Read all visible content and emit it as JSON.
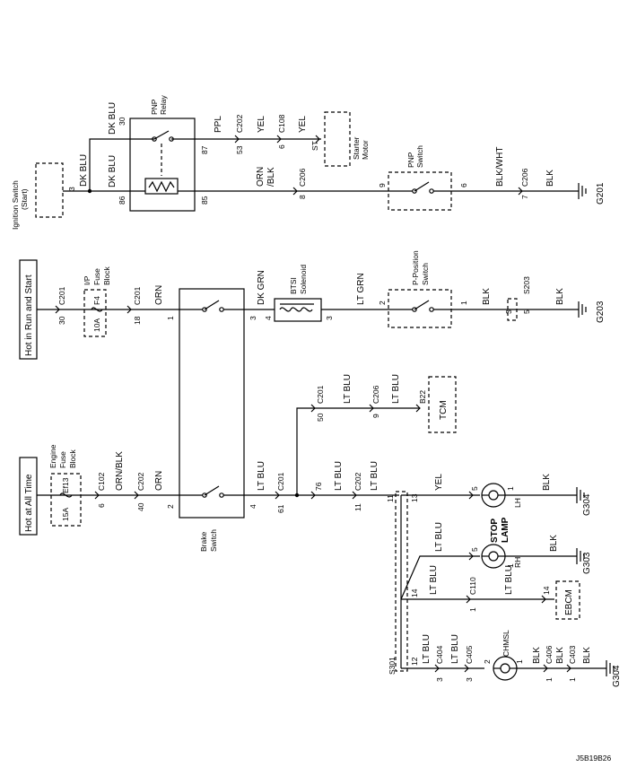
{
  "power": {
    "hot_at_all_time": "Hot at All Time",
    "hot_in_run_start": "Hot in Run and Start"
  },
  "fuses": {
    "engine": {
      "amps": "15A",
      "id": "Ef13",
      "name1": "Engine",
      "name2": "Fuse",
      "name3": "Block"
    },
    "ip": {
      "amps": "10A",
      "id": "F4",
      "name1": "I/P",
      "name2": "Fuse",
      "name3": "Block"
    }
  },
  "components": {
    "ignition_switch": {
      "name": "Ignition Switch",
      "sub": "(Start)",
      "pin": "3"
    },
    "pnp_relay": {
      "name1": "PNP",
      "name2": "Relay",
      "pin30": "30",
      "pin87": "87",
      "pin86": "86",
      "pin85": "85"
    },
    "starter_motor": {
      "name1": "Starter",
      "name2": "Motor",
      "pin": "ST"
    },
    "pnp_switch": {
      "name1": "PNP",
      "name2": "Switch",
      "pin_a": "9",
      "pin_b": "6"
    },
    "brake_switch": {
      "name1": "Brake",
      "name2": "Switch",
      "pin1": "1",
      "pin2": "2",
      "pin3": "3",
      "pin4": "4"
    },
    "btsi": {
      "name1": "BTSI",
      "name2": "Solenoid",
      "pin_a": "4",
      "pin_b": "3"
    },
    "p_position_switch": {
      "name1": "P-Position",
      "name2": "Switch",
      "pin_a": "2",
      "pin_b": "1"
    },
    "tcm": {
      "name": "TCM",
      "pin": "B22"
    },
    "ebcm": {
      "name": "EBCM",
      "pin": "14"
    },
    "stop_lamp": {
      "label1": "STOP",
      "label2": "LAMP",
      "lh": "LH",
      "rh": "RH",
      "pin5a": "5",
      "pin1a": "1",
      "pin5b": "5",
      "pin1b": "1"
    },
    "chmsl": {
      "name": "CHMSL",
      "pin2": "2",
      "pin1": "1"
    },
    "s203": {
      "name": "S203",
      "pin3": "3",
      "pin5": "5"
    },
    "s301": {
      "name": "S301",
      "pin11": "11",
      "pin13": "13",
      "pin14": "14",
      "pin12": "12"
    }
  },
  "wires": {
    "dk_blu_1": "DK BLU",
    "dk_blu_2": "DK BLU",
    "dk_blu_3": "DK BLU",
    "ppl": "PPL",
    "yel_1": "YEL",
    "yel_2": "YEL",
    "orn_blk": "ORN\n/BLK",
    "orn_blk_a": "ORN",
    "orn_blk_b": "/BLK",
    "blk_wht": "BLK/WHT",
    "blk_1": "BLK",
    "orn_1": "ORN",
    "dk_grn": "DK GRN",
    "lt_grn": "LT GRN",
    "blk_2": "BLK",
    "blk_3": "BLK",
    "orn_blk_2": "ORN/BLK",
    "orn_2": "ORN",
    "lt_blu_1": "LT BLU",
    "lt_blu_2": "LT BLU",
    "lt_blu_3": "LT BLU",
    "lt_blu_4": "LT BLU",
    "lt_blu_5": "LT BLU",
    "lt_blu_6": "LT BLU",
    "lt_blu_7": "LT BLU",
    "lt_blu_8": "LT BLU",
    "lt_blu_9": "LT BLU",
    "lt_blu_10": "LT BLU",
    "yel_3": "YEL",
    "blk_4": "BLK",
    "blk_5": "BLK",
    "blk_6": "BLK",
    "blk_7": "BLK",
    "blk_8": "BLK"
  },
  "connectors": {
    "c202_53": {
      "name": "C202",
      "pin": "53"
    },
    "c108_6": {
      "name": "C108",
      "pin": "6"
    },
    "c206_8": {
      "name": "C206",
      "pin": "8"
    },
    "c206_7": {
      "name": "C206",
      "pin": "7"
    },
    "c201_30": {
      "name": "C201",
      "pin": "30"
    },
    "c201_18": {
      "name": "C201",
      "pin": "18"
    },
    "c102_6": {
      "name": "C102",
      "pin": "6"
    },
    "c202_40": {
      "name": "C202",
      "pin": "40"
    },
    "c201_61": {
      "name": "C201",
      "pin": "61"
    },
    "c201_50": {
      "name": "C201",
      "pin": "50"
    },
    "c206_9": {
      "name": "C206",
      "pin": "9"
    },
    "c201_76": {
      "name": "76"
    },
    "c202_11": {
      "name": "C202",
      "pin": "11"
    },
    "c110_1": {
      "name": "C110",
      "pin": "1"
    },
    "c404_3": {
      "name": "C404",
      "pin": "3"
    },
    "c405_3": {
      "name": "C405",
      "pin": "3"
    },
    "c406_1": {
      "name": "C406",
      "pin": "1"
    },
    "c403_1": {
      "name": "C403",
      "pin": "1"
    }
  },
  "grounds": {
    "g201": "G201",
    "g203": "G203",
    "g304_a": "G304",
    "g303": "G303",
    "g304_b": "G304"
  },
  "figure_id": "J5B19B26"
}
